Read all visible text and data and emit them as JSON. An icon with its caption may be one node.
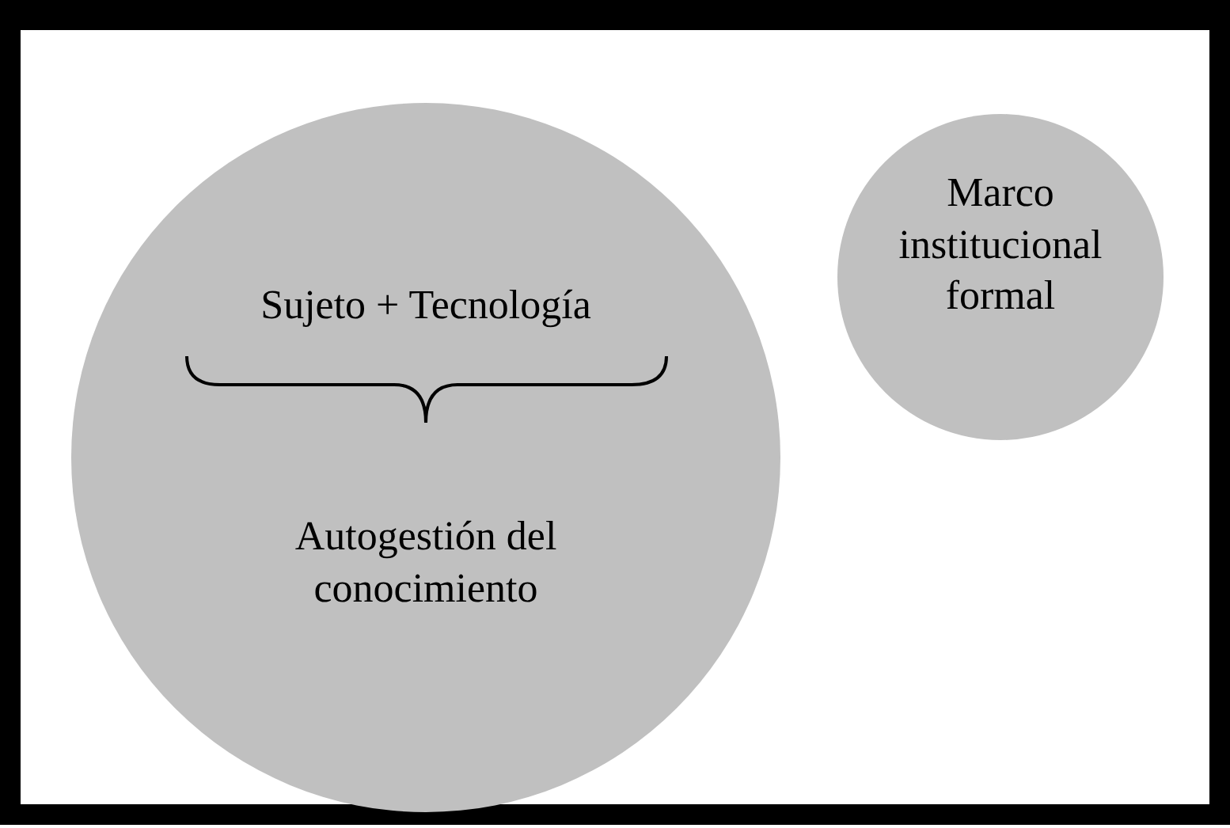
{
  "diagram": {
    "nodes": [
      {
        "text": [
          "Sujeto + Tecnología",
          "Autogestión del conocimiento"
        ]
      },
      {
        "text": [
          "Marco institucional formal"
        ]
      }
    ]
  }
}
